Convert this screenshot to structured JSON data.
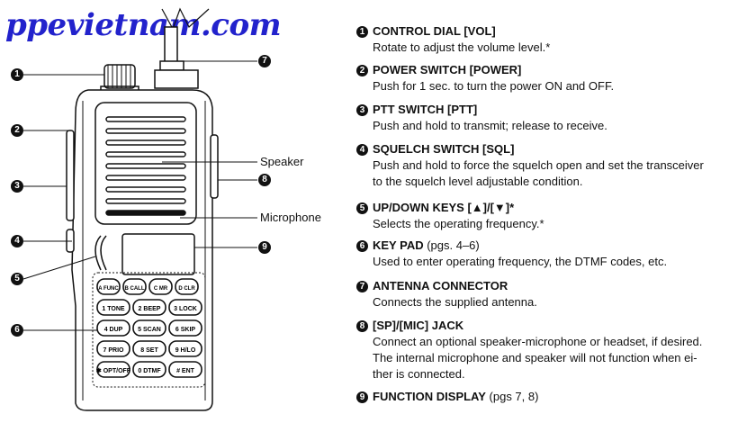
{
  "watermark": "ppevietnam.com",
  "labels": {
    "speaker": "Speaker",
    "microphone": "Microphone"
  },
  "items": [
    {
      "num": "1",
      "title": "CONTROL DIAL [VOL]",
      "extra": "",
      "desc": "Rotate to adjust the volume level.*"
    },
    {
      "num": "2",
      "title": "POWER SWITCH [POWER]",
      "extra": "",
      "desc": "Push for 1 sec. to turn the power ON and OFF."
    },
    {
      "num": "3",
      "title": "PTT SWITCH [PTT]",
      "extra": "",
      "desc": "Push and hold to transmit; release to receive."
    },
    {
      "num": "4",
      "title": "SQUELCH SWITCH [SQL]",
      "extra": "",
      "desc": "Push and hold to force the squelch open and set the transceiver\nto the squelch level adjustable condition."
    },
    {
      "num": "5",
      "title": "UP/DOWN KEYS [▲]/[▼]*",
      "extra": "",
      "desc": "Selects the operating frequency.*"
    },
    {
      "num": "6",
      "title": "KEY PAD",
      "extra": " (pgs. 4–6)",
      "desc": "Used to enter operating frequency, the DTMF codes, etc."
    },
    {
      "num": "7",
      "title": "ANTENNA CONNECTOR",
      "extra": "",
      "desc": "Connects the supplied antenna."
    },
    {
      "num": "8",
      "title": "[SP]/[MIC] JACK",
      "extra": "",
      "desc": "Connect an optional speaker-microphone or headset, if desired.\nThe internal microphone and speaker will not function when ei-\nther is connected."
    },
    {
      "num": "9",
      "title": "FUNCTION DISPLAY",
      "extra": " (pgs 7, 8)",
      "desc": ""
    }
  ],
  "keys": [
    [
      "A FUNC",
      "B CALL",
      "C MR",
      "D CLR"
    ],
    [
      "1 TONE",
      "2 BEEP",
      "3 LOCK"
    ],
    [
      "4 DUP",
      "5 SCAN",
      "6 SKIP"
    ],
    [
      "7 PRIO",
      "8 SET",
      "9 H/LO"
    ],
    [
      "✱ OPT/OFF",
      "0 DTMF",
      "# ENT"
    ]
  ]
}
